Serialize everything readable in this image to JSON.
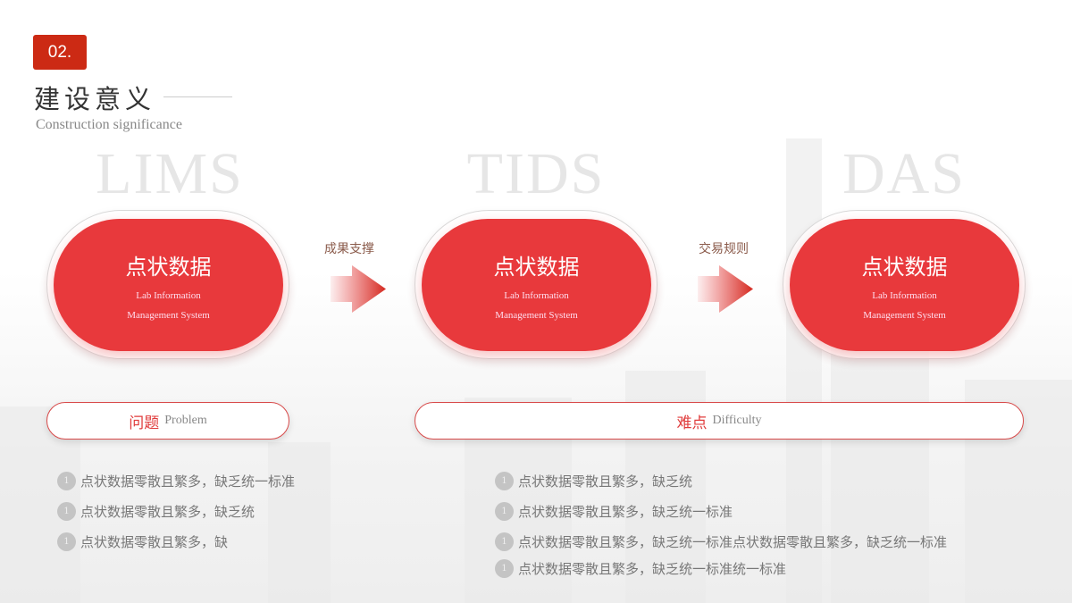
{
  "header": {
    "number": "02.",
    "title": "建设意义",
    "subtitle": "Construction significance"
  },
  "stages": [
    {
      "watermark": "LIMS",
      "title": "点状数据",
      "subtitle_line1": "Lab Information",
      "subtitle_line2": "Management System"
    },
    {
      "watermark": "TIDS",
      "title": "点状数据",
      "subtitle_line1": "Lab Information",
      "subtitle_line2": "Management System"
    },
    {
      "watermark": "DAS",
      "title": "点状数据",
      "subtitle_line1": "Lab Information",
      "subtitle_line2": "Management System"
    }
  ],
  "arrows": [
    {
      "label": "成果支撑"
    },
    {
      "label": "交易规则"
    }
  ],
  "problem": {
    "label_cn": "问题",
    "label_en": "Problem",
    "items": [
      {
        "num": "1",
        "text": "点状数据零散且繁多，缺乏统一标准"
      },
      {
        "num": "1",
        "text": "点状数据零散且繁多，缺乏统"
      },
      {
        "num": "1",
        "text": "点状数据零散且繁多，缺"
      }
    ]
  },
  "difficulty": {
    "label_cn": "难点",
    "label_en": "Difficulty",
    "items": [
      {
        "num": "1",
        "text": "点状数据零散且繁多，缺乏统"
      },
      {
        "num": "1",
        "text": "点状数据零散且繁多，缺乏统一标准"
      },
      {
        "num": "1",
        "text": "点状数据零散且繁多，缺乏统一标准点状数据零散且繁多，缺乏统一标准"
      },
      {
        "num": "1",
        "text": "点状数据零散且繁多，缺乏统一标准统一标准"
      }
    ]
  },
  "colors": {
    "accent": "#e8393c",
    "tag": "#cc2a14"
  }
}
